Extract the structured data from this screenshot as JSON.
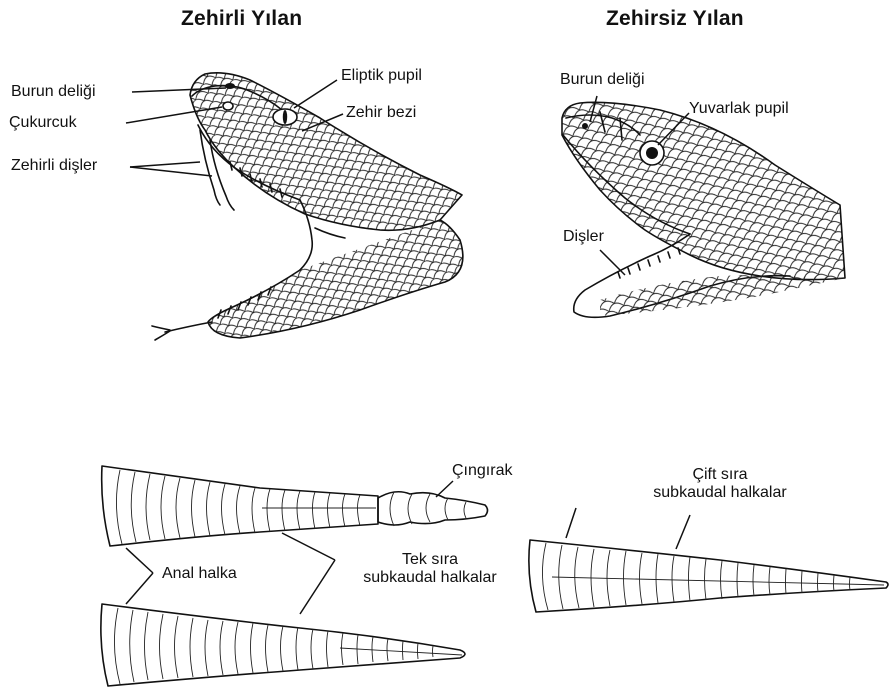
{
  "titles": {
    "venomous": "Zehirli Yılan",
    "nonvenomous": "Zehirsiz Yılan"
  },
  "venomous_head": {
    "nostril": "Burun deliği",
    "pit": "Çukurcuk",
    "fangs": "Zehirli dişler",
    "elliptic_pupil": "Eliptik pupil",
    "venom_gland": "Zehir bezi"
  },
  "nonvenomous_head": {
    "nostril": "Burun deliği",
    "round_pupil": "Yuvarlak pupil",
    "teeth": "Dişler"
  },
  "tails": {
    "rattle": "Çıngırak",
    "anal_plate": "Anal halka",
    "single_row": "Tek sıra subkaudal halkalar",
    "single_row_line1": "Tek sıra",
    "single_row_line2": "subkaudal halkalar",
    "double_row_line1": "Çift sıra",
    "double_row_line2": "subkaudal halkalar"
  }
}
